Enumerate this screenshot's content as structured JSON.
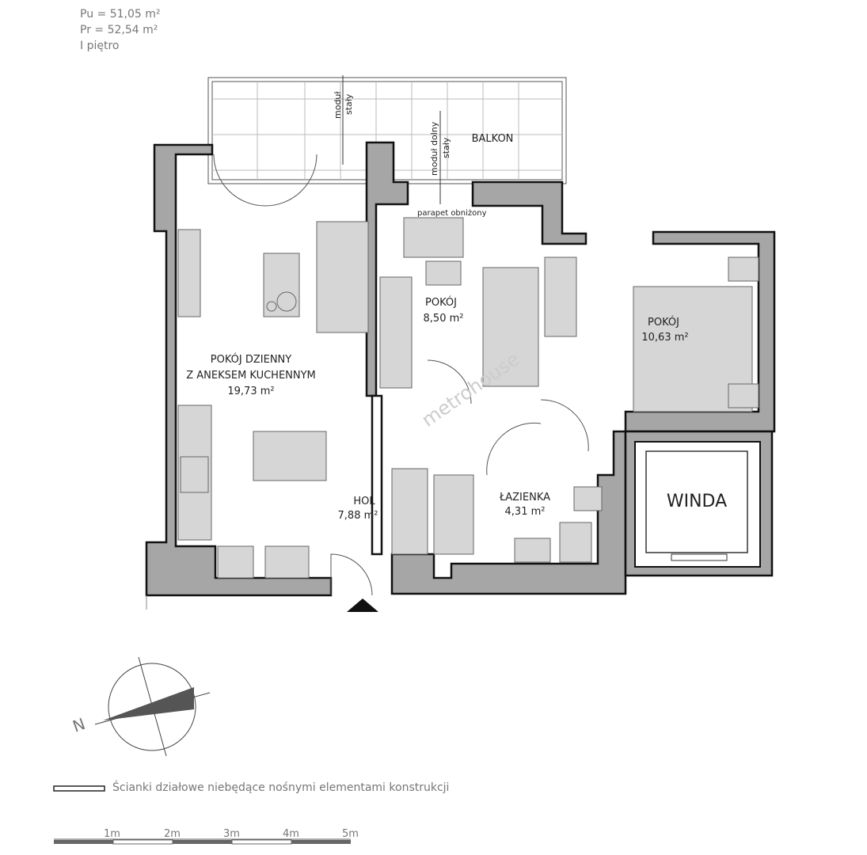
{
  "header": {
    "pu": "Pu = 51,05 m²",
    "pr": "Pr = 52,54 m²",
    "floor": "I piętro"
  },
  "rooms": {
    "balkon": "BALKON",
    "modul_staly": [
      "moduł",
      "stały"
    ],
    "modul_dolny": [
      "moduł dolny",
      "stały"
    ],
    "parapet": "parapet obniżony",
    "living": [
      "POKÓJ DZIENNY",
      "Z ANEKSEM KUCHENNYM",
      "19,73 m²"
    ],
    "pokoj1": [
      "POKÓJ",
      "8,50 m²"
    ],
    "pokoj2": [
      "POKÓJ",
      "10,63 m²"
    ],
    "hol": [
      "HOL",
      "7,88 m²"
    ],
    "lazienka": [
      "ŁAZIENKA",
      "4,31 m²"
    ],
    "winda": "WINDA"
  },
  "watermark": "metrohouse",
  "compass": {
    "north_label": "N"
  },
  "legend": {
    "partition_walls": "Ścianki działowe niebędące nośnymi elementami konstrukcji"
  },
  "scale": {
    "labels": [
      "1m",
      "2m",
      "3m",
      "4m",
      "5m"
    ]
  },
  "colors": {
    "wall": "#a6a6a6",
    "furniture": "#d6d6d6",
    "text": "#222222"
  }
}
